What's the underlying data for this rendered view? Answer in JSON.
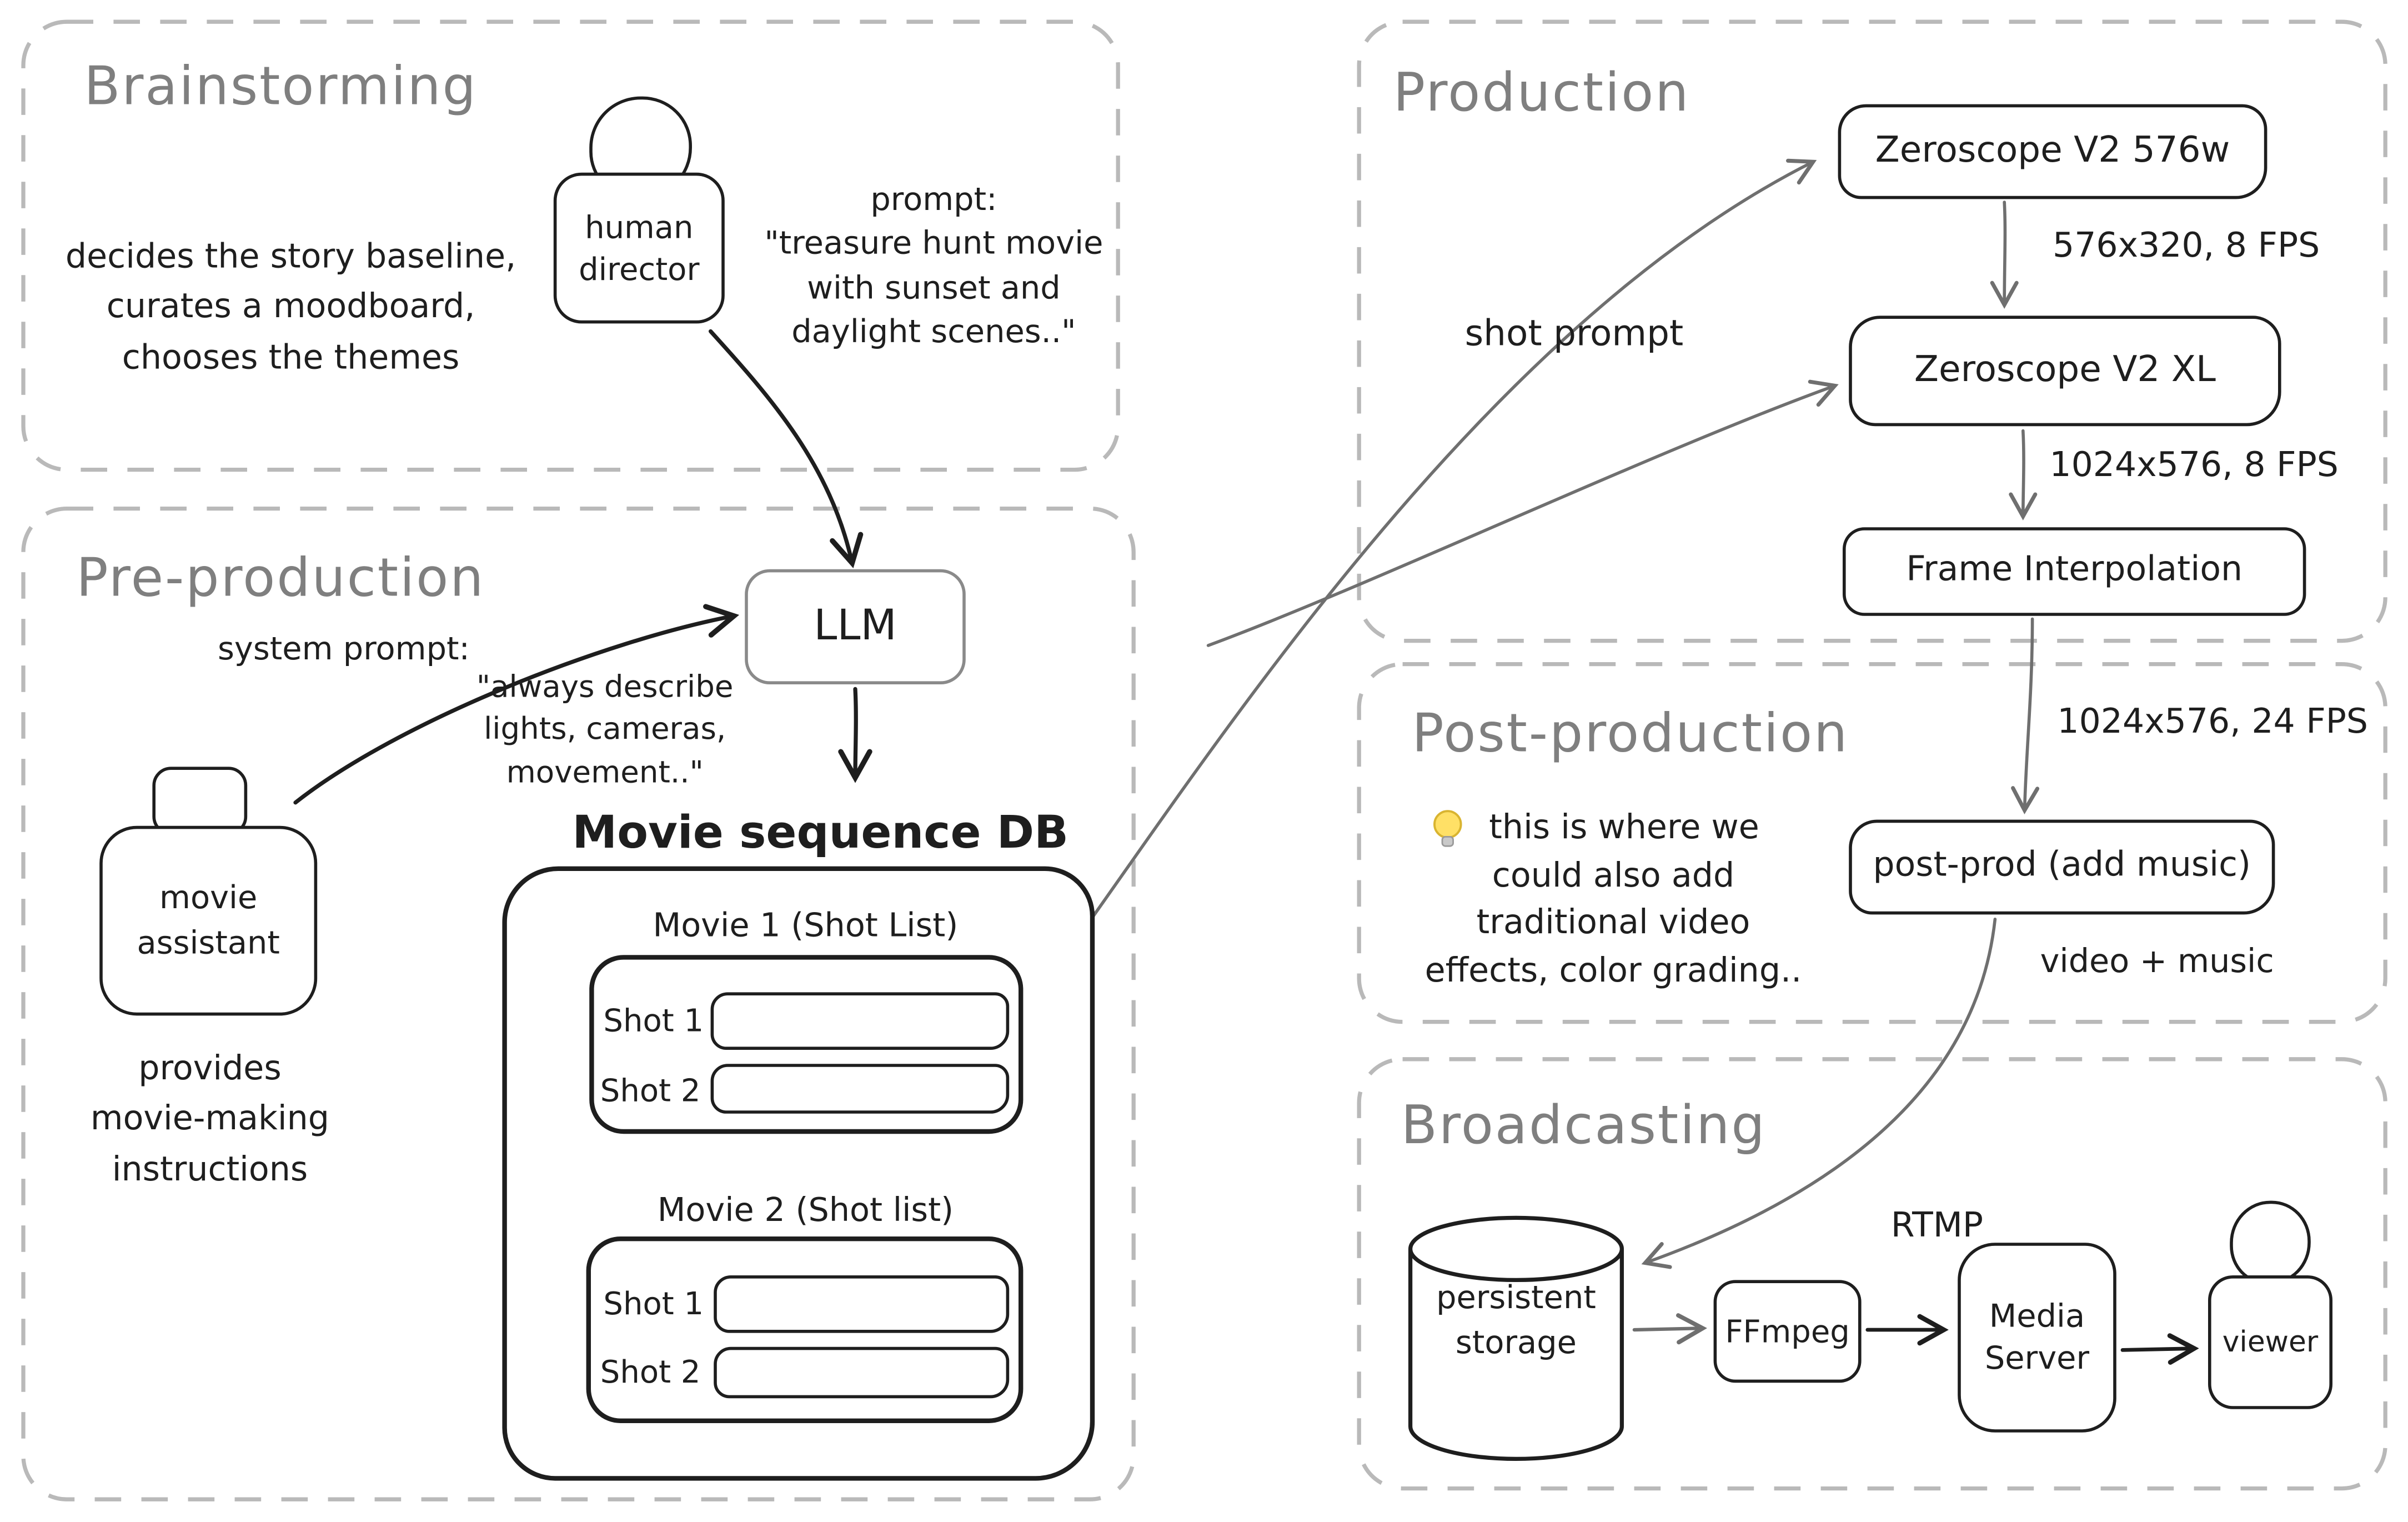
{
  "colors": {
    "ink": "#1e1e1e",
    "section_title_gray": "#7f7f7f",
    "dashed_border_gray": "#b9b9b9",
    "connector_gray": "#6f6f6f",
    "bulb_yellow": "#ffe066"
  },
  "brainstorming": {
    "title": "Brainstorming",
    "note": "decides the story baseline,\ncurates a moodboard,\nchooses the themes",
    "director_label": "human\ndirector",
    "prompt_note": "prompt:\n\"treasure hunt movie\nwith sunset and\ndaylight scenes..\""
  },
  "preproduction": {
    "title": "Pre-production",
    "system_prompt_label": "system prompt:",
    "system_prompt_quote": "\"always describe\nlights, cameras,\nmovement..\"",
    "llm_label": "LLM",
    "assistant_label": "movie\nassistant",
    "assistant_note": "provides\nmovie-making\ninstructions",
    "db": {
      "title": "Movie sequence DB",
      "movies": [
        {
          "title": "Movie 1 (Shot List)",
          "shots": [
            "Shot 1",
            "Shot 2"
          ]
        },
        {
          "title": "Movie 2 (Shot list)",
          "shots": [
            "Shot 1",
            "Shot 2"
          ]
        }
      ]
    }
  },
  "production": {
    "title": "Production",
    "shot_prompt_label": "shot prompt",
    "model1_label": "Zeroscope V2 576w",
    "edge1_label": "576x320, 8 FPS",
    "model2_label": "Zeroscope V2 XL",
    "edge2_label": "1024x576, 8 FPS",
    "model3_label": "Frame Interpolation"
  },
  "postproduction": {
    "title": "Post-production",
    "in_edge_label": "1024x576, 24 FPS",
    "tip": "this is where we\ncould also add\ntraditional video\neffects, color grading..",
    "node_label": "post-prod (add music)",
    "out_edge_label": "video + music"
  },
  "broadcasting": {
    "title": "Broadcasting",
    "storage_label": "persistent\nstorage",
    "ffmpeg_label": "FFmpeg",
    "protocol_label": "RTMP",
    "media_server_label": "Media\nServer",
    "viewer_label": "viewer"
  }
}
